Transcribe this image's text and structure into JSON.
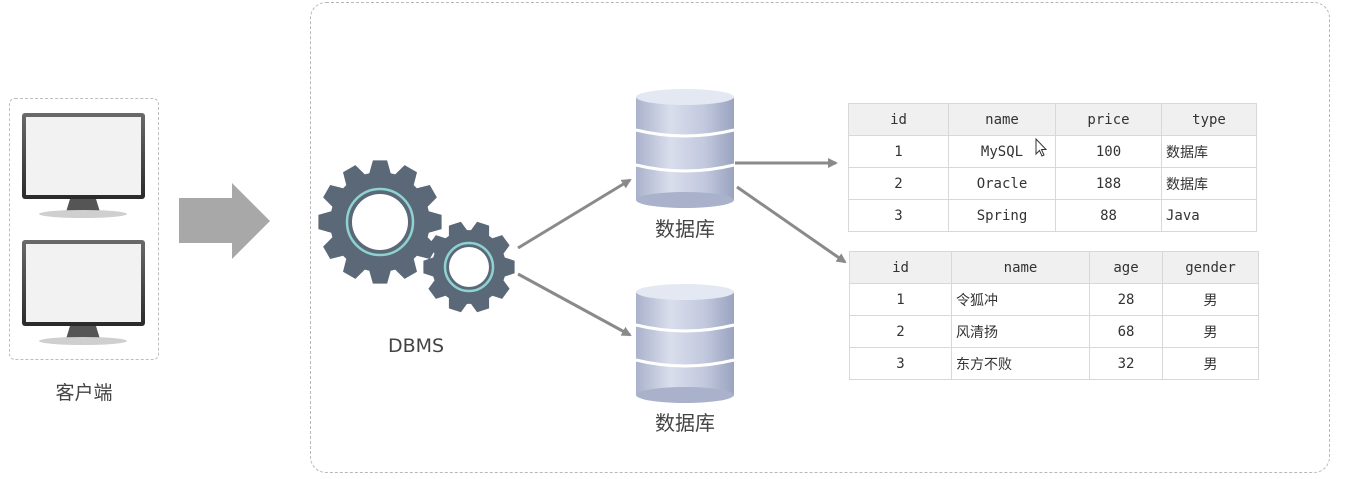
{
  "client": {
    "label": "客户端"
  },
  "dbms": {
    "label": "DBMS"
  },
  "databases": [
    {
      "label": "数据库"
    },
    {
      "label": "数据库"
    }
  ],
  "table1": {
    "headers": [
      "id",
      "name",
      "price",
      "type"
    ],
    "rows": [
      [
        "1",
        "MySQL",
        "100",
        "数据库"
      ],
      [
        "2",
        "Oracle",
        "188",
        "数据库"
      ],
      [
        "3",
        "Spring",
        "88",
        "Java"
      ]
    ]
  },
  "table2": {
    "headers": [
      "id",
      "name",
      "age",
      "gender"
    ],
    "rows": [
      [
        "1",
        "令狐冲",
        "28",
        "男"
      ],
      [
        "2",
        "风清扬",
        "68",
        "男"
      ],
      [
        "3",
        "东方不败",
        "32",
        "男"
      ]
    ]
  },
  "colors": {
    "gear": "#5a6878",
    "gear_ring": "#8fd3d0",
    "cylinder": "#c5cbe0",
    "arrow": "#8a8a8a",
    "big_arrow": "#a8a8a8"
  }
}
